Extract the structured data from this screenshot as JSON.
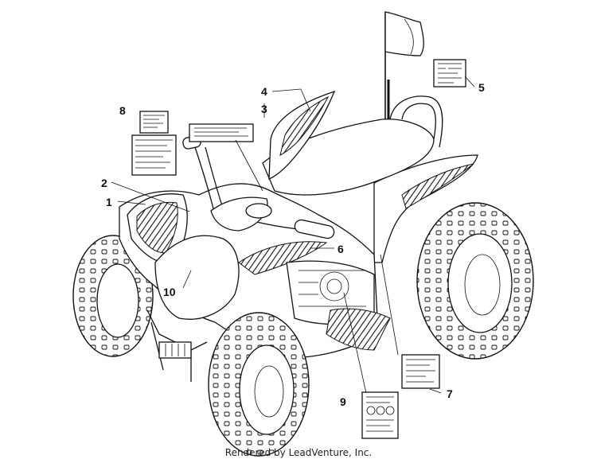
{
  "callouts": [
    "1",
    "2",
    "3",
    "4",
    "5",
    "6",
    "7",
    "8",
    "9",
    "10"
  ],
  "credit": "Rendered by LeadVenture, Inc.",
  "colors": {
    "ink": "#111111",
    "background": "#ffffff"
  }
}
